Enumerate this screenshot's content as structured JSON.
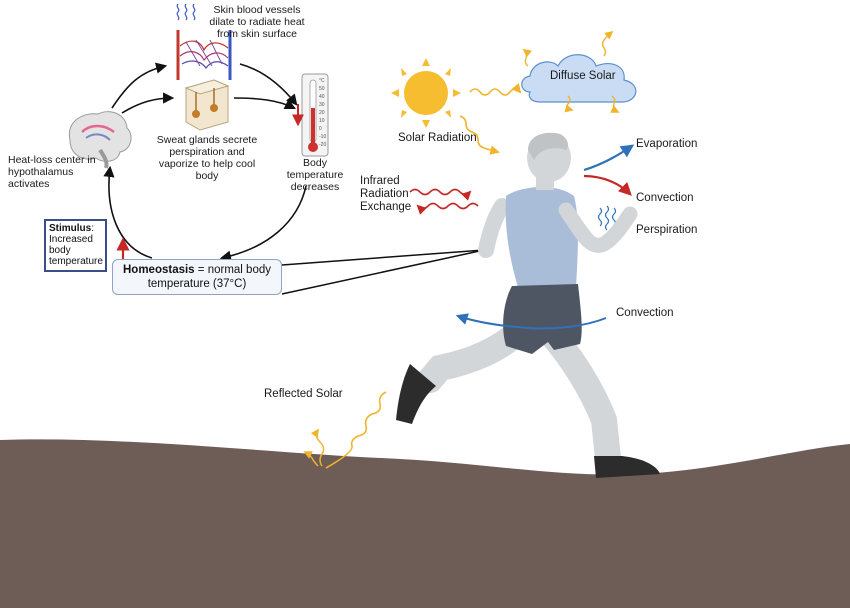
{
  "colors": {
    "ground": "#6e5d57",
    "skin": "#d3d6d8",
    "shirt": "#a9bcd8",
    "shorts": "#4e5563",
    "sun": "#f5bd2f",
    "heat_arrow": "#c62828",
    "cool_arrow": "#2f72b8",
    "wave_yellow": "#f0b429",
    "cloud": "#c9dcf3",
    "box_border": "#3a4f86"
  },
  "icons": [
    "brain-icon",
    "blood-vessels-icon",
    "sweat-gland-icon",
    "thermometer-icon",
    "sun-icon",
    "cloud-icon",
    "runner-figure"
  ],
  "labels": {
    "skin_vessels": "Skin blood vessels dilate to radiate heat from skin surface",
    "sweat_glands": "Sweat glands secrete perspiration and vaporize to help cool body",
    "body_temp": "Body temperature decreases",
    "heat_loss": "Heat-loss center in hypothalamus activates",
    "stimulus_title": "Stimulus",
    "stimulus_text": ": Increased body temperature",
    "homeostasis_title": "Homeostasis",
    "homeostasis_text": " = normal body temperature (37°C)",
    "solar_radiation": "Solar Radiation",
    "diffuse_solar": "Diffuse Solar",
    "infrared": "Infrared Radiation Exchange",
    "evaporation": "Evaporation",
    "convection_head": "Convection",
    "perspiration": "Perspiration",
    "convection_waist": "Convection",
    "reflected_solar": "Reflected Solar",
    "thermo_unit": "°C",
    "thermo_ticks": [
      "50",
      "40",
      "30",
      "20",
      "10",
      "0",
      "-10",
      "-20"
    ]
  }
}
